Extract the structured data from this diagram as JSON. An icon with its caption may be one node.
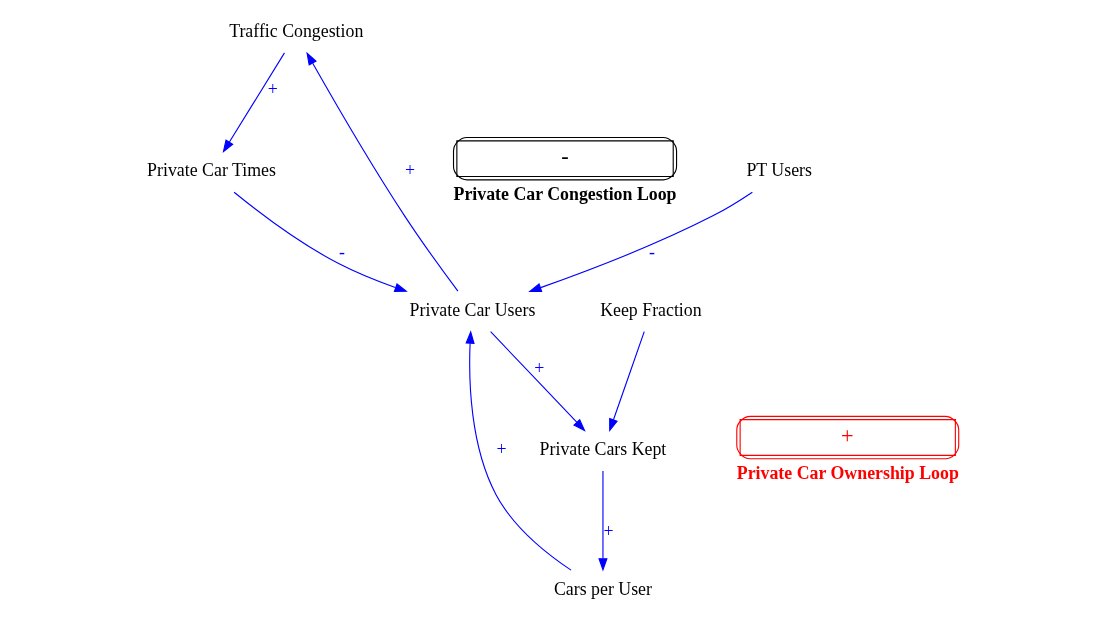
{
  "diagram": {
    "nodes": [
      {
        "text": [
          "Traffic Congestion"
        ]
      },
      {
        "text": [
          "Keep Fraction"
        ]
      },
      {
        "text": [
          "Private Cars Kept"
        ]
      },
      {
        "text": [
          "Private Car Times"
        ]
      },
      {
        "text": [
          "-",
          "Private Car Congestion Loop"
        ]
      },
      {
        "text": [
          "Private Car Users"
        ]
      },
      {
        "text": [
          "+",
          "Private Car Ownership Loop"
        ]
      },
      {
        "text": [
          "Cars per User"
        ]
      },
      {
        "text": [
          "PT Users"
        ]
      }
    ],
    "edges": [
      {
        "from": 5,
        "to": 0,
        "arrow": "to",
        "label": "+"
      },
      {
        "from": 0,
        "to": 3,
        "arrow": "to",
        "label": "+"
      },
      {
        "from": 3,
        "to": 5,
        "arrow": "to",
        "label": "-"
      },
      {
        "from": 5,
        "to": 2,
        "arrow": "to",
        "label": "+"
      },
      {
        "from": 1,
        "to": 2,
        "arrow": "to"
      },
      {
        "from": 2,
        "to": 7,
        "arrow": "to",
        "label": "+"
      },
      {
        "from": 7,
        "to": 5,
        "arrow": "to",
        "label": "+"
      },
      {
        "from": 8,
        "to": 5,
        "arrow": "to",
        "label": "-"
      }
    ]
  }
}
